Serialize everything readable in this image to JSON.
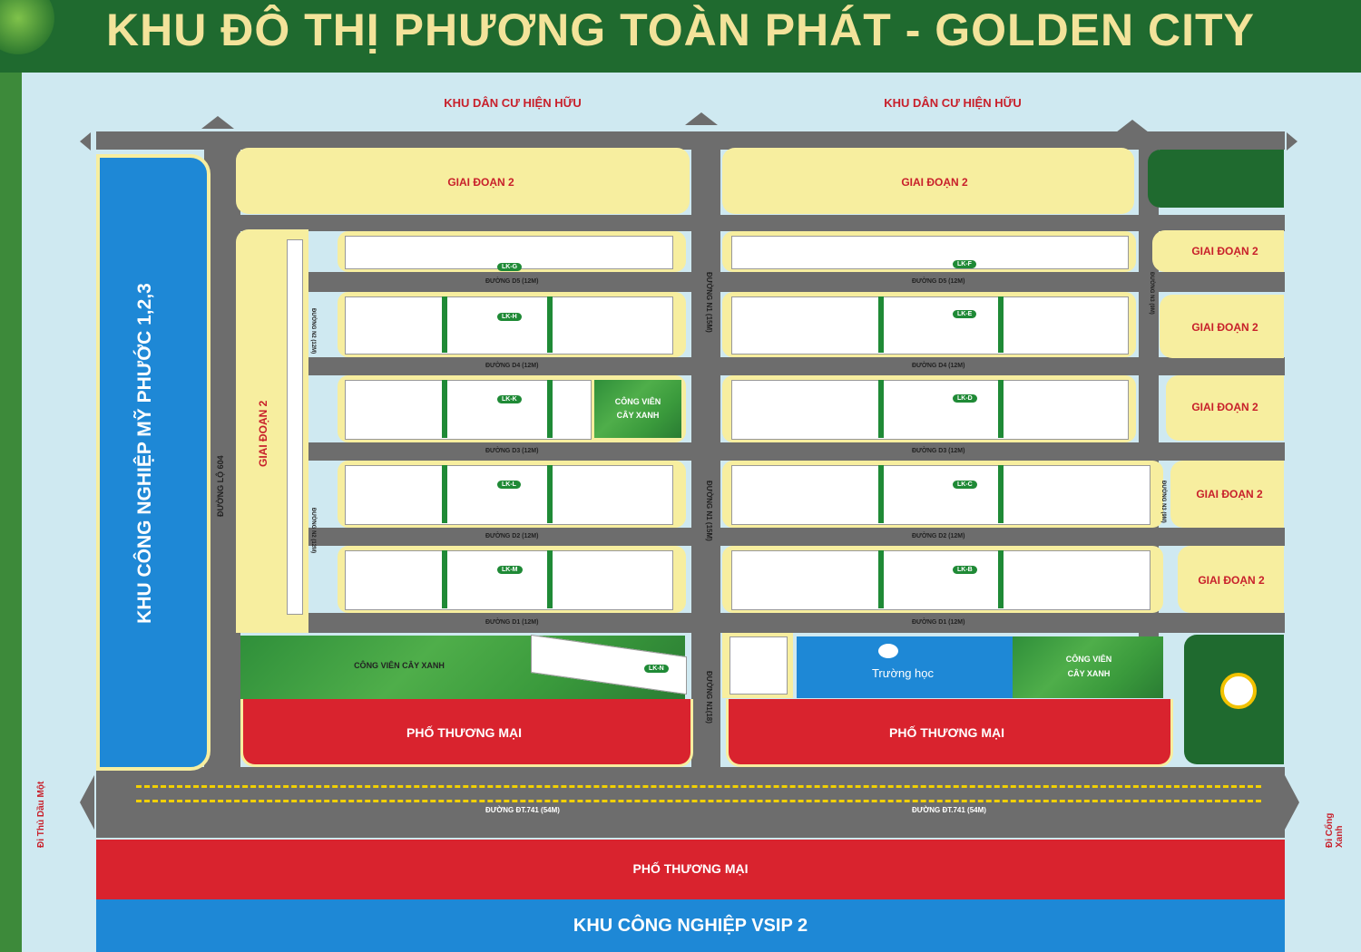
{
  "title": "KHU ĐÔ THỊ PHƯƠNG TOÀN PHÁT - GOLDEN CITY",
  "north_labels": [
    "KHU DÂN CƯ HIỆN HỮU",
    "KHU DÂN CƯ HIỆN HỮU"
  ],
  "west_zone": "KHU CÔNG NGHIỆP MỸ PHƯỚC 1,2,3",
  "south_zone": "KHU CÔNG NGHIỆP VSIP 2",
  "phase2": "GIAI ĐOẠN 2",
  "park": "CÔNG VIÊN CÂY XANH",
  "park_short": [
    "CÔNG VIÊN",
    "CÂY XANH"
  ],
  "commercial": "PHỐ THƯƠNG MẠI",
  "school": "Trường học",
  "roads": {
    "lo604": "ĐƯỜNG LỘ 604",
    "n2": "ĐƯỜNG N2 (12M)",
    "n1": "ĐƯỜNG N1 (15M)",
    "n1_18": "ĐƯỜNG N1(18)",
    "n3": "ĐƯỜNG N3 (9M)",
    "d5": "ĐƯỜNG D5 (12M)",
    "d4": "ĐƯỜNG D4 (12M)",
    "d3": "ĐƯỜNG D3 (12M)",
    "d2": "ĐƯỜNG D2 (12M)",
    "d1": "ĐƯỜNG D1 (12M)",
    "dt741": "ĐƯỜNG ĐT.741 (54M)"
  },
  "directions": {
    "west": "Đi Thủ Dầu Một",
    "east": "Đi Cổng Xanh"
  },
  "block_tags_left": [
    "LK-G",
    "LK-H",
    "LK-K",
    "LK-L",
    "LK-M",
    "LK-N"
  ],
  "block_tags_right": [
    "LK-F",
    "LK-E",
    "LK-D",
    "LK-C",
    "LK-B"
  ],
  "colors": {
    "header": "#1f6a2f",
    "title": "#f3e39a",
    "road": "#6d6d6d",
    "beige": "#f7ee9f",
    "commercial": "#d9232e",
    "industrial": "#1e88d6",
    "park": "#2f8f3a"
  }
}
